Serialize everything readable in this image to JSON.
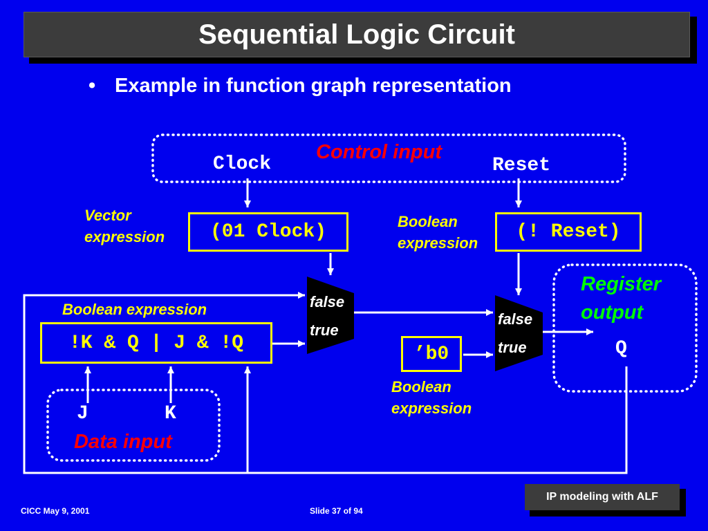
{
  "slide": {
    "title": "Sequential Logic Circuit",
    "bullet_marker": "•",
    "bullet_text": "Example in function graph representation"
  },
  "diagram": {
    "control_input_label": "Control input",
    "clock_label": "Clock",
    "reset_label": "Reset",
    "vector_expression_label": [
      "Vector",
      "expression"
    ],
    "boolean_expression_label_clock_side": [
      "Boolean",
      "expression"
    ],
    "clock_expr": "(01 Clock)",
    "reset_expr": "(! Reset)",
    "register_output_label": [
      "Register",
      "output"
    ],
    "boolean_expression_label_left": "Boolean expression",
    "logic_expr": "!K & Q | J & !Q",
    "mux1_false": "false",
    "mux1_true": "true",
    "mux2_false": "false",
    "mux2_true": "true",
    "const_expr": "’b0",
    "boolean_expression_label_const": [
      "Boolean",
      "expression"
    ],
    "q_label": "Q",
    "j_label": "J",
    "k_label": "K",
    "data_input_label": "Data input",
    "colors": {
      "background": "#0000ee",
      "expression": "#ffff00",
      "control": "#ff0000",
      "register": "#00ff00",
      "wire": "#ffffff"
    }
  },
  "footer": {
    "left": "CICC May 9, 2001",
    "center": "Slide 37 of 94",
    "badge": "IP modeling with ALF"
  }
}
